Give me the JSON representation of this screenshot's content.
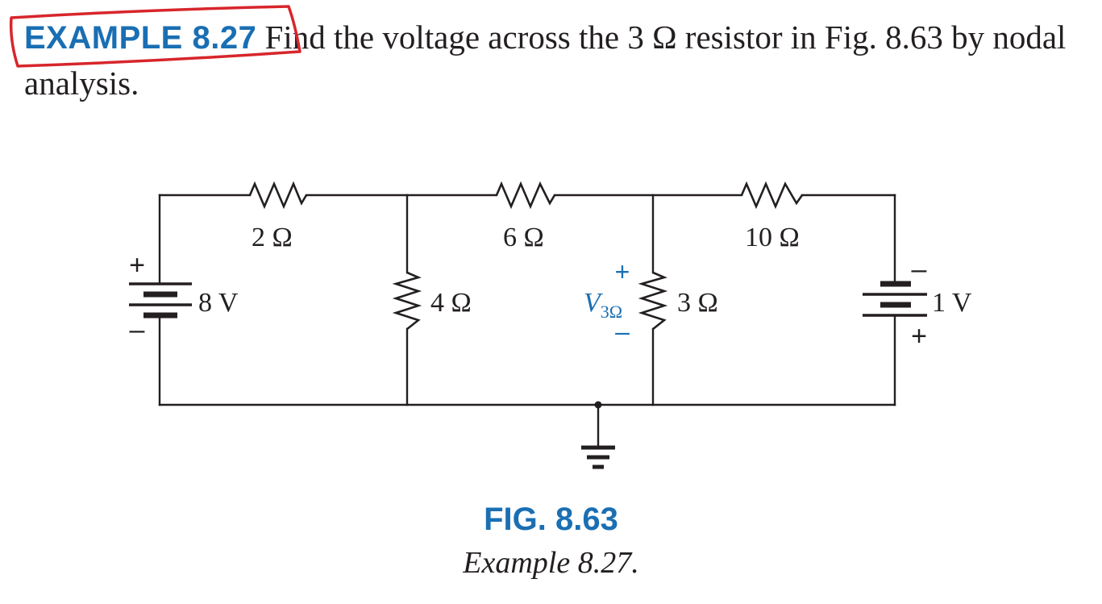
{
  "problem": {
    "label": "EXAMPLE 8.27",
    "text": "Find the voltage across the 3 Ω resistor in Fig. 8.63 by nodal analysis."
  },
  "circuit": {
    "sources": [
      {
        "name": "8 V",
        "plus": "+",
        "minus": "–"
      },
      {
        "name": "1 V",
        "plus": "+",
        "minus": "–"
      }
    ],
    "resistors": [
      {
        "name": "2 Ω"
      },
      {
        "name": "6 Ω"
      },
      {
        "name": "10 Ω"
      },
      {
        "name": "4 Ω"
      },
      {
        "name": "3 Ω"
      }
    ],
    "voltage_marker": {
      "plus": "+",
      "symbol": "V",
      "subscript": "3Ω",
      "minus": "–",
      "color": "#1a6fb3"
    }
  },
  "figure": {
    "label": "FIG. 8.63",
    "caption": "Example 8.27."
  },
  "colors": {
    "accent": "#1a6fb3",
    "annotation": "#d7262b",
    "ink": "#231f20"
  }
}
